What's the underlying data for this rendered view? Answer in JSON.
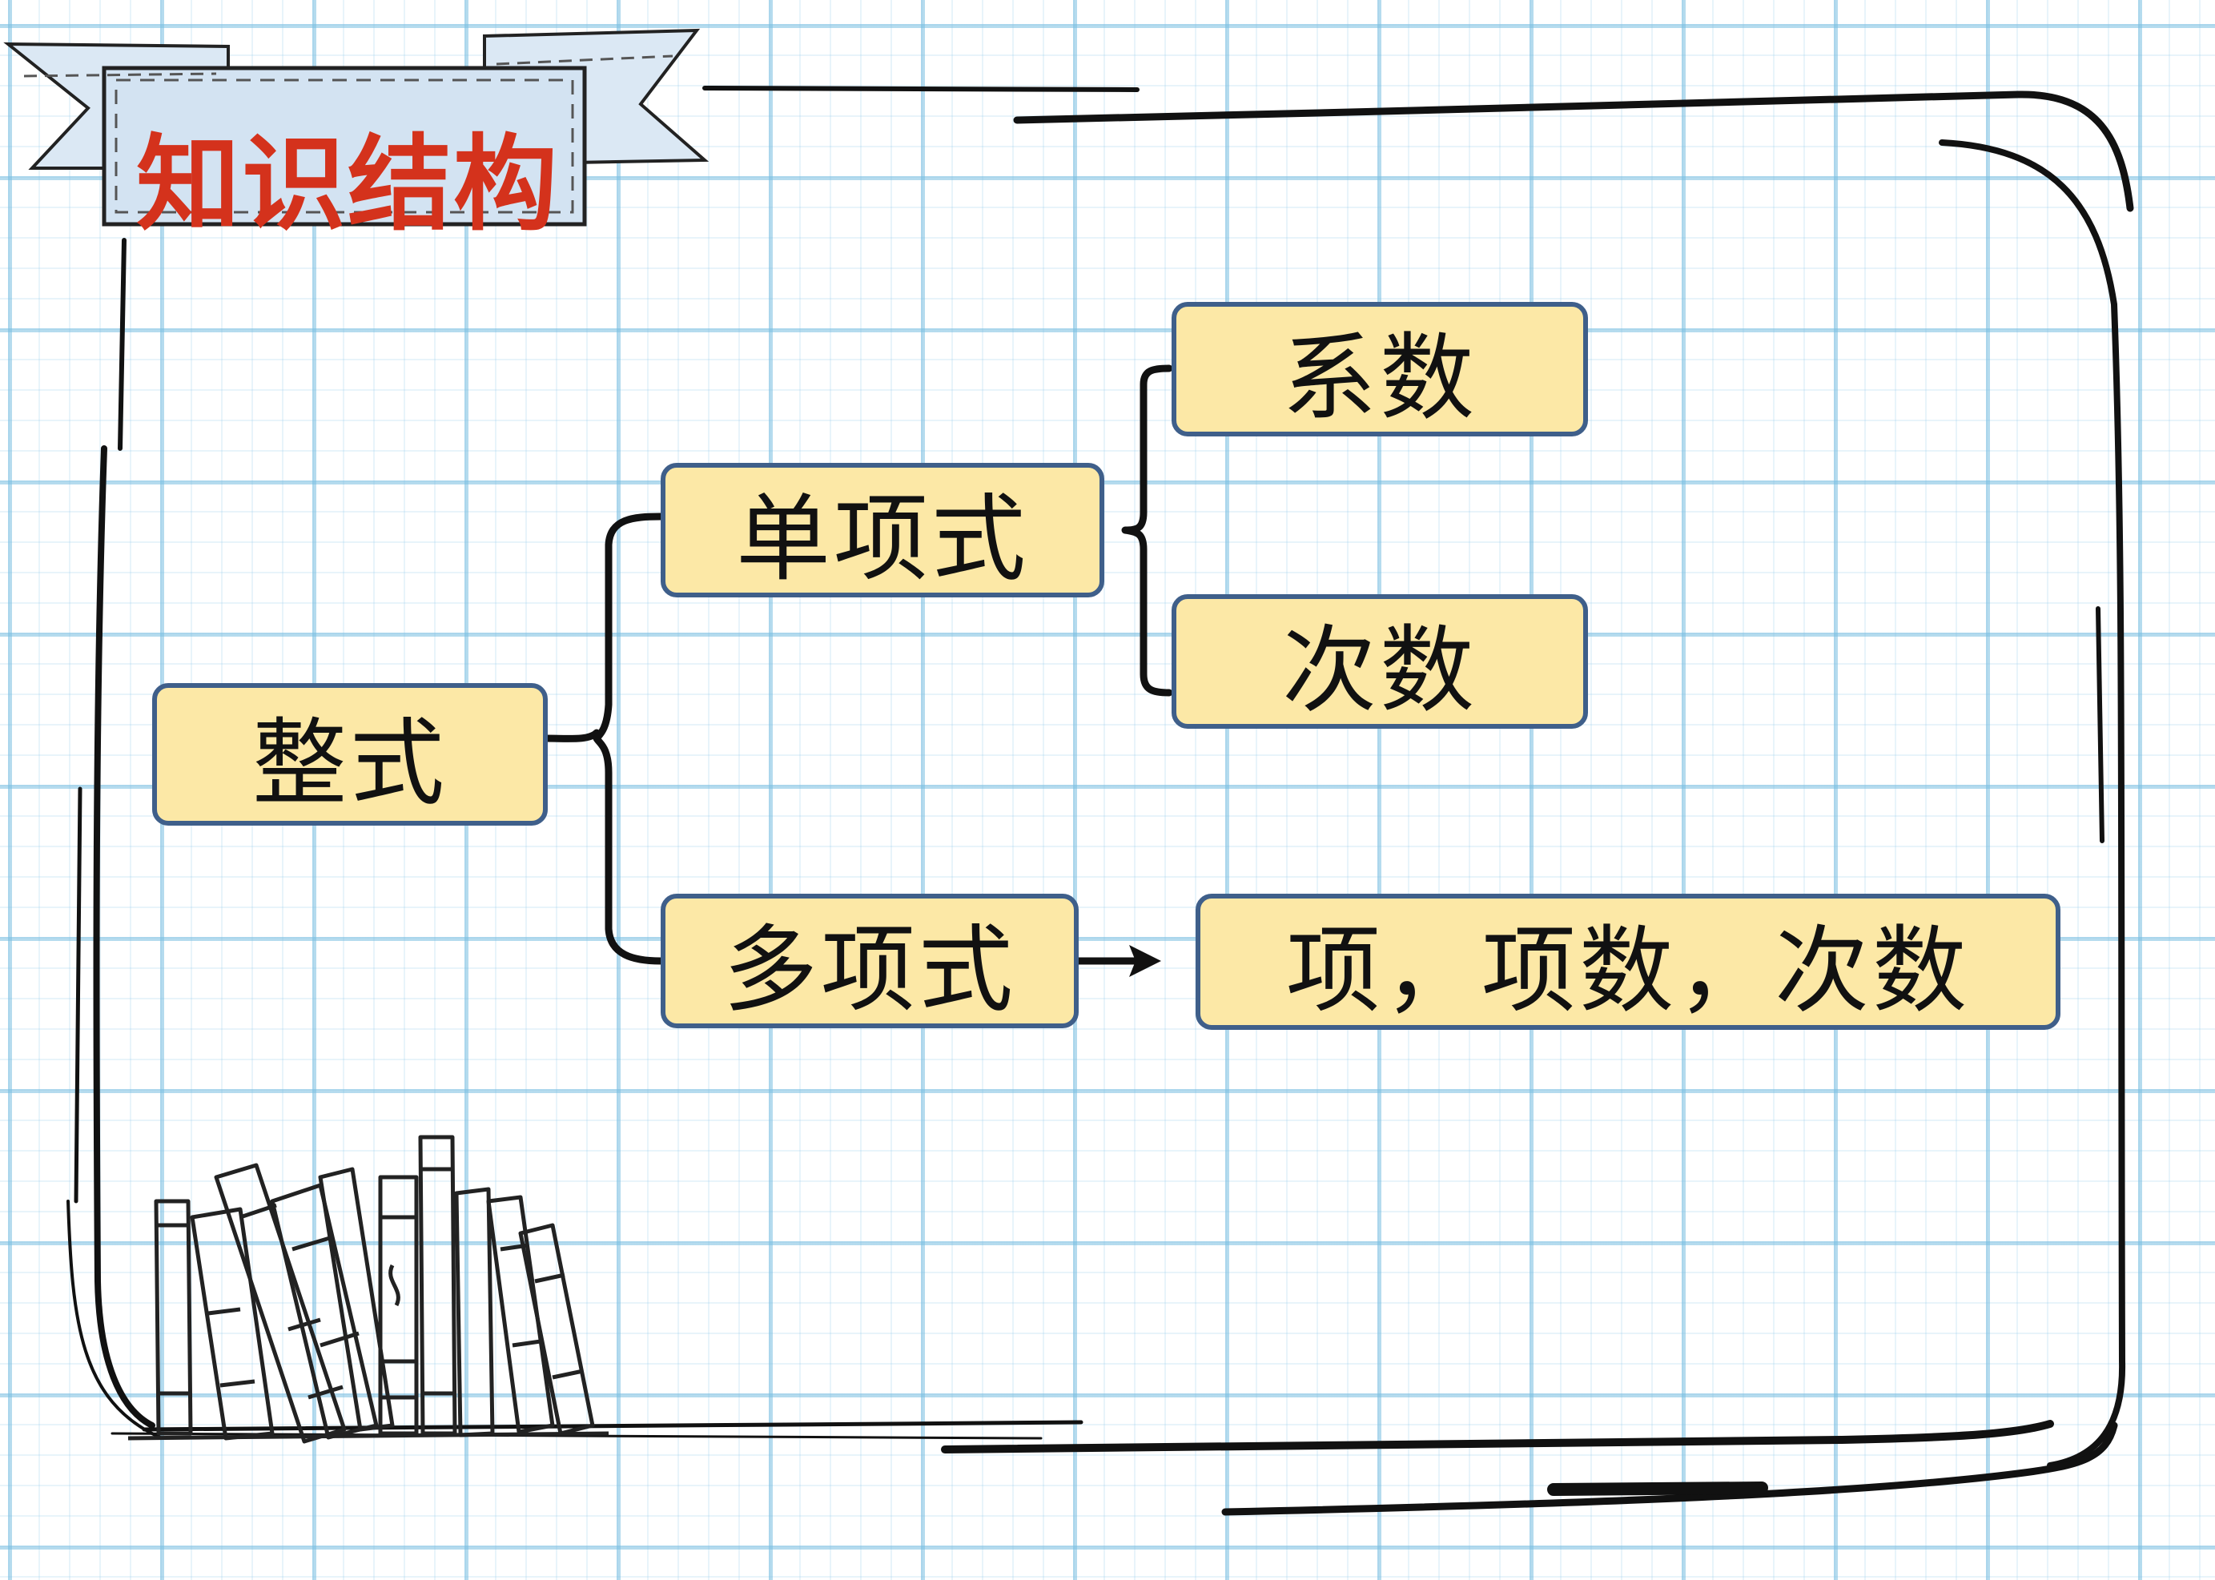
{
  "banner": {
    "title": "知识结构"
  },
  "nodes": {
    "root": "整式",
    "monomial": "单项式",
    "coefficient": "系数",
    "degree": "次数",
    "polynomial": "多项式",
    "polynomial_terms": "项，项数，次数"
  },
  "colors": {
    "node_fill": "#fce8a6",
    "node_border": "#3f5f8a",
    "banner_text": "#d4321c",
    "grid": "#78bee1"
  }
}
